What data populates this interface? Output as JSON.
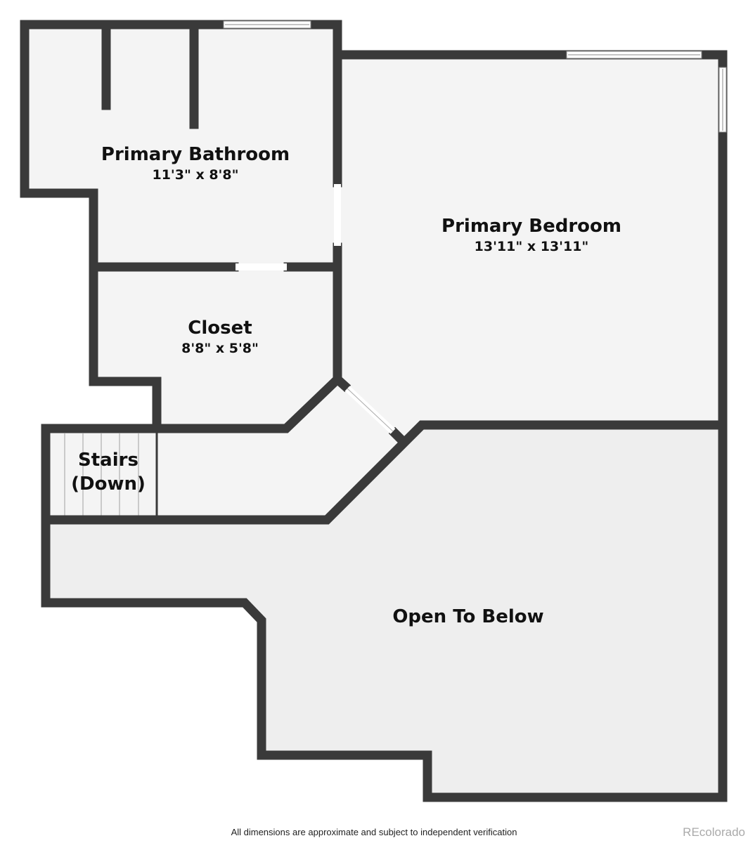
{
  "rooms": {
    "bathroom": {
      "name": "Primary Bathroom",
      "dims": "11'3\" x 8'8\""
    },
    "bedroom": {
      "name": "Primary Bedroom",
      "dims": "13'11\" x 13'11\""
    },
    "closet": {
      "name": "Closet",
      "dims": "8'8\" x 5'8\""
    },
    "stairs": {
      "name_line1": "Stairs",
      "name_line2": "(Down)"
    },
    "open": {
      "name": "Open To Below"
    }
  },
  "footer": {
    "disclaimer": "All dimensions are approximate and subject to independent verification",
    "brand": "REcolorado"
  },
  "colors": {
    "wall": "#3a3a3a",
    "floor": "#f4f4f4",
    "open_floor": "#eeeeee"
  }
}
